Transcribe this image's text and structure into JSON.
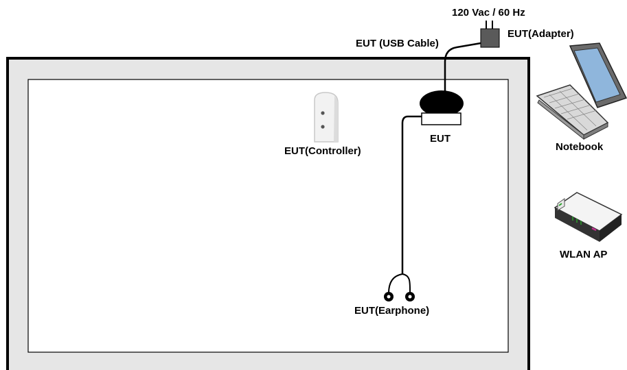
{
  "labels": {
    "power": "120 Vac / 60 Hz",
    "adapter": "EUT(Adapter)",
    "usb_cable": "EUT (USB Cable)",
    "eut": "EUT",
    "controller": "EUT(Controller)",
    "earphone": "EUT(Earphone)",
    "notebook": "Notebook",
    "wlan_ap": "WLAN AP"
  },
  "colors": {
    "outer_room_fill": "#e6e6e6",
    "inner_area_fill": "#ffffff",
    "outline": "#000000",
    "device_dark": "#000000",
    "adapter_gray": "#5a5a5a",
    "ap_green": "#2aa02a",
    "ap_magenta": "#c03090"
  },
  "icons": [
    "adapter-icon",
    "eut-device-icon",
    "controller-icon",
    "earphone-icon",
    "notebook-icon",
    "wlan-ap-icon"
  ]
}
